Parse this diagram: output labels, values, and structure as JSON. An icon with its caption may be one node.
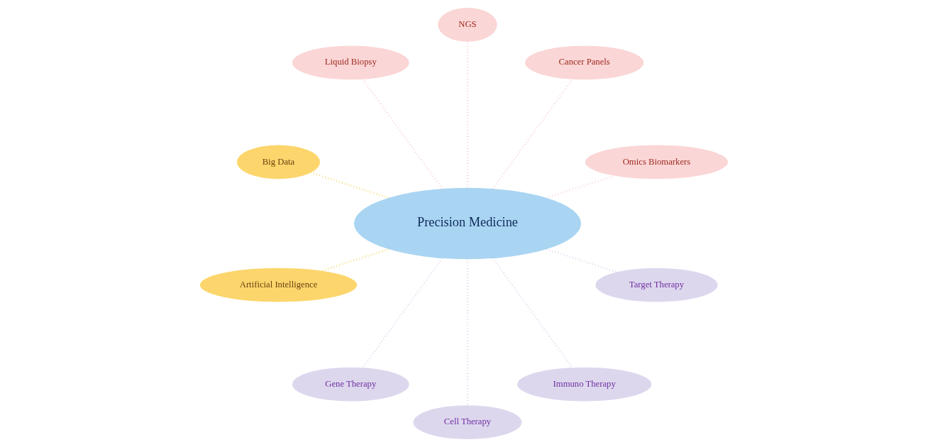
{
  "diagram": {
    "nodes": [
      {
        "text": [
          "Precision Medicine"
        ]
      },
      {
        "text": [
          "Omics Biomarkers"
        ]
      },
      {
        "text": [
          "Cancer Panels"
        ]
      },
      {
        "text": [
          "NGS"
        ]
      },
      {
        "text": [
          "Liquid Biopsy"
        ]
      },
      {
        "text": [
          "Big Data"
        ]
      },
      {
        "text": [
          "Artificial Intelligence"
        ]
      },
      {
        "text": [
          "Gene Therapy"
        ]
      },
      {
        "text": [
          "Cell Therapy"
        ]
      },
      {
        "text": [
          "Immuno Therapy"
        ]
      },
      {
        "text": [
          "Target Therapy"
        ]
      }
    ],
    "edges": [
      {
        "from": 0,
        "to": 1,
        "arrow": "none",
        "style": "dashed",
        "color": "#f6c6c6"
      },
      {
        "from": 0,
        "to": 2,
        "arrow": "none",
        "style": "dashed",
        "color": "#f6c6c6"
      },
      {
        "from": 0,
        "to": 3,
        "arrow": "none",
        "style": "dashed",
        "color": "#f6c6c6"
      },
      {
        "from": 0,
        "to": 4,
        "arrow": "none",
        "style": "dashed",
        "color": "#f6c6c6"
      },
      {
        "from": 0,
        "to": 5,
        "arrow": "none",
        "style": "dashed",
        "color": "#f7cf52"
      },
      {
        "from": 0,
        "to": 6,
        "arrow": "none",
        "style": "dashed",
        "color": "#f7cf52"
      },
      {
        "from": 0,
        "to": 7,
        "arrow": "none",
        "style": "dashed",
        "color": "#d4cde8"
      },
      {
        "from": 0,
        "to": 8,
        "arrow": "none",
        "style": "dashed",
        "color": "#d4cde8"
      },
      {
        "from": 0,
        "to": 9,
        "arrow": "none",
        "style": "dashed",
        "color": "#d4cde8"
      },
      {
        "from": 0,
        "to": 10,
        "arrow": "none",
        "style": "dashed",
        "color": "#d4cde8"
      }
    ]
  }
}
